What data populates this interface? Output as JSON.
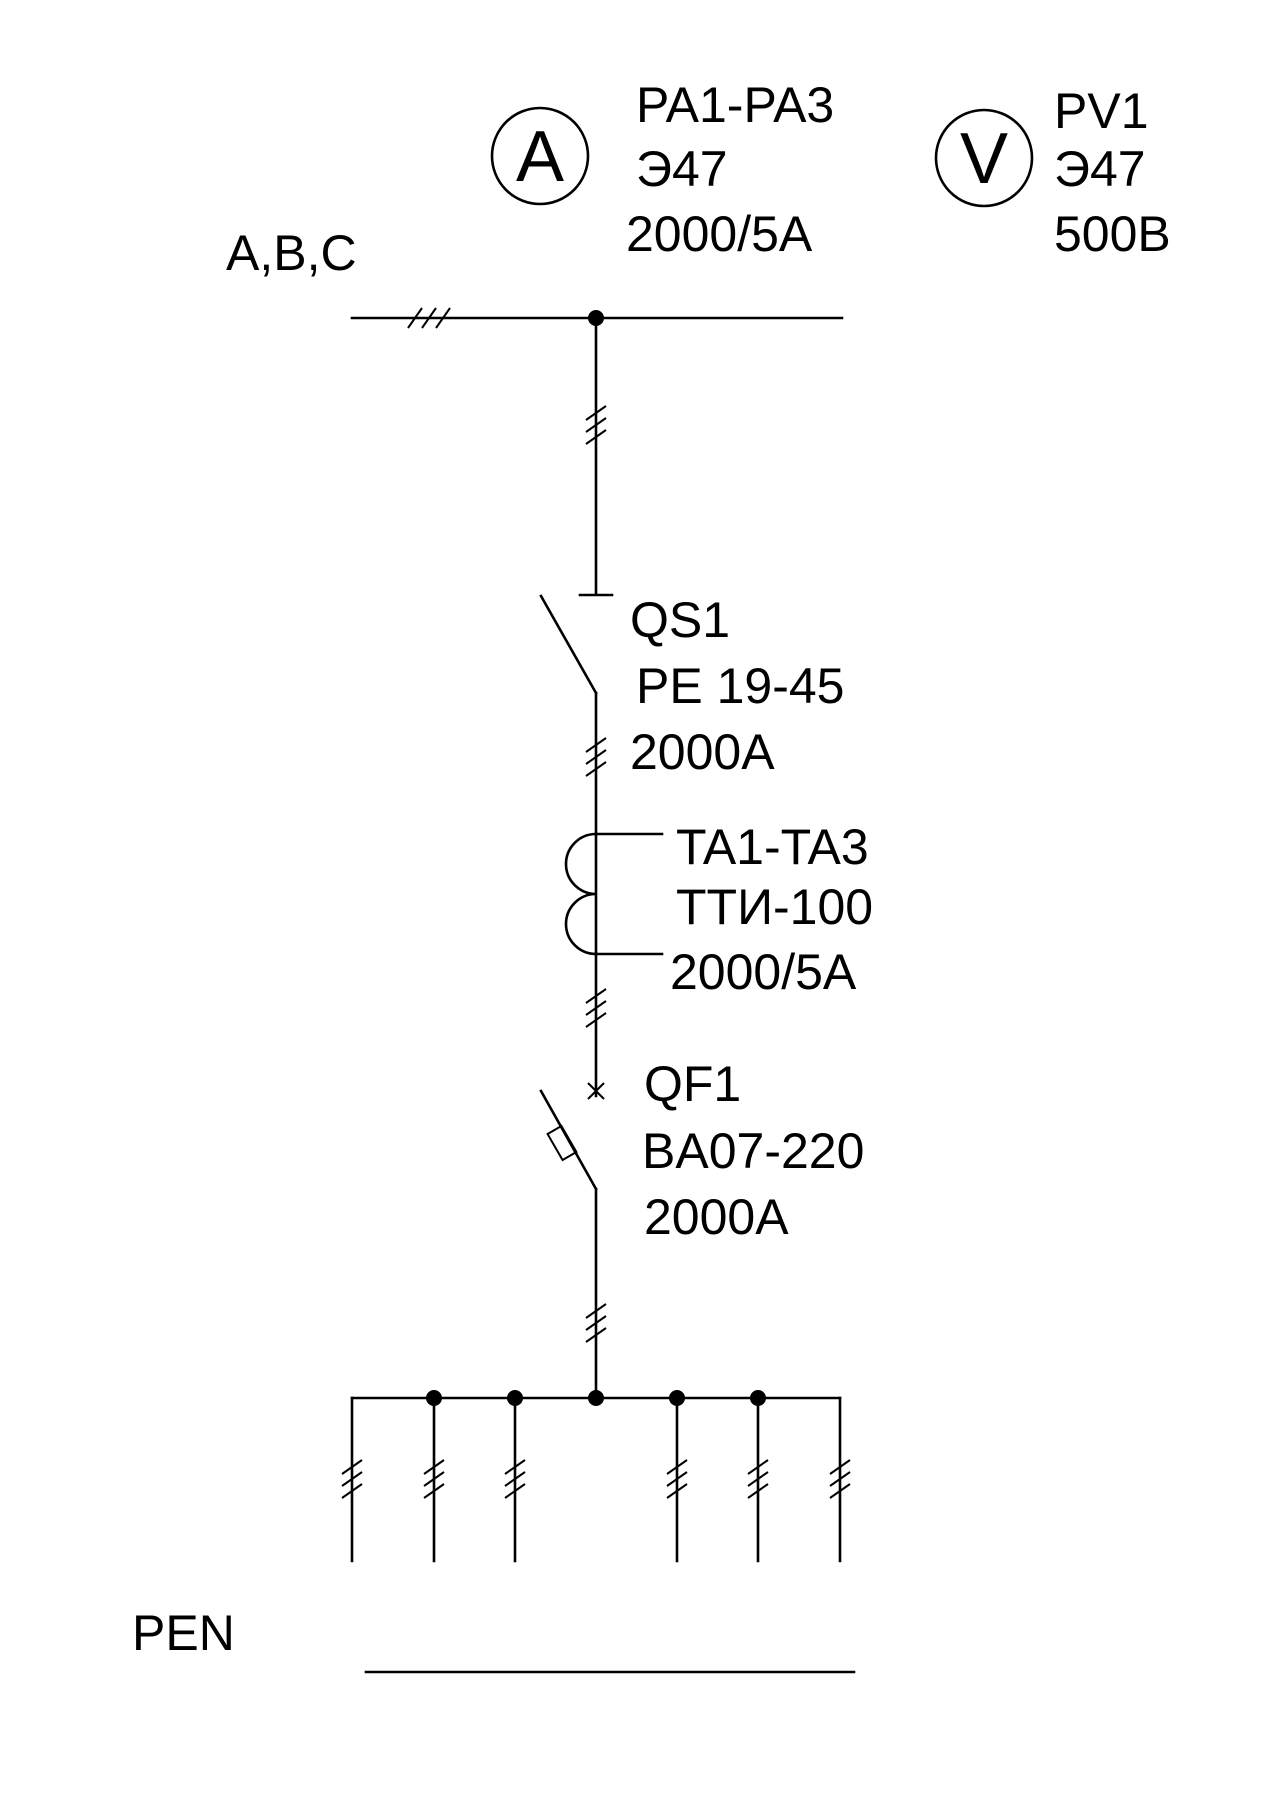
{
  "bus": {
    "label": "A,B,C"
  },
  "ammeter": {
    "symbol": "A",
    "lines": [
      "PA1-PA3",
      "Э47",
      "2000/5A"
    ]
  },
  "voltmeter": {
    "symbol": "V",
    "lines": [
      "PV1",
      "Э47",
      "500В"
    ]
  },
  "switch": {
    "lines": [
      "QS1",
      "PE 19-45",
      "2000A"
    ]
  },
  "transformer": {
    "lines": [
      "TA1-TA3",
      "ТТИ-100",
      "2000/5A"
    ]
  },
  "breaker": {
    "lines": [
      "QF1",
      "BA07-220",
      "2000A"
    ]
  },
  "pen": {
    "label": "PEN"
  }
}
